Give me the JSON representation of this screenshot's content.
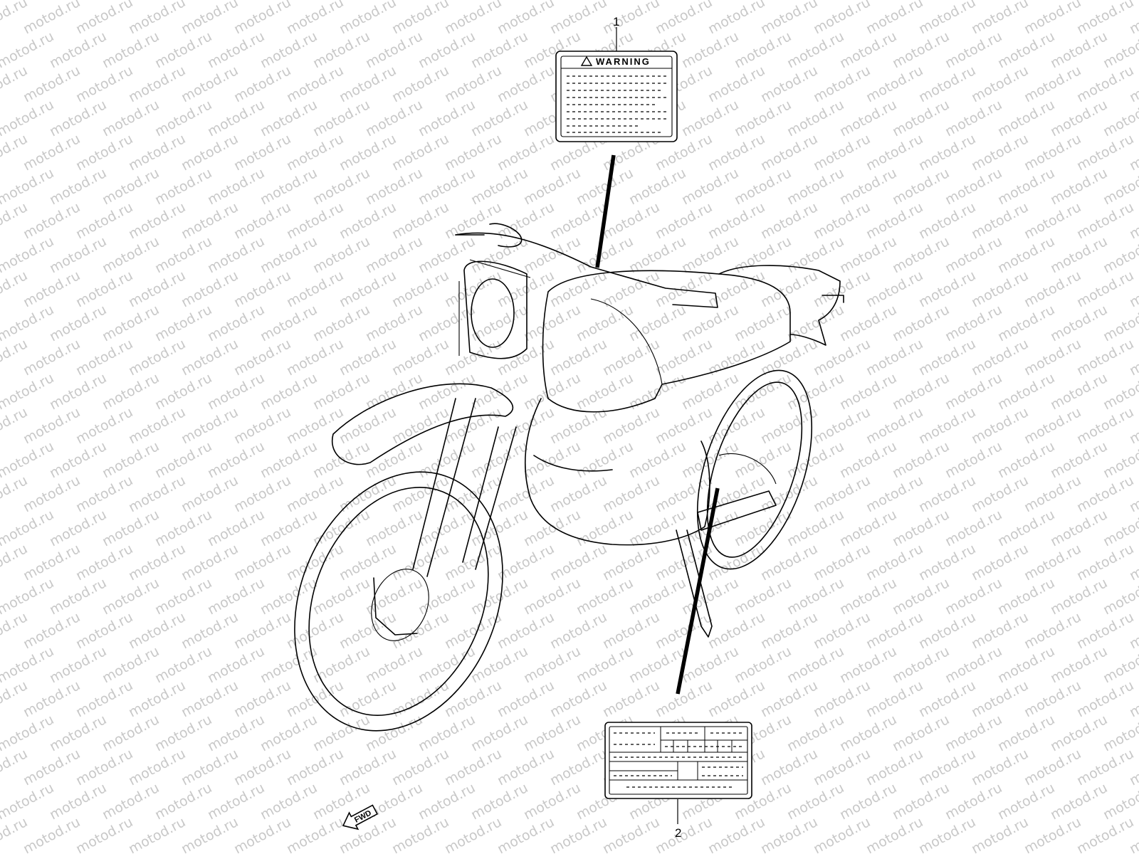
{
  "watermark": {
    "text": "motod.ru",
    "color": "#c8c8c8"
  },
  "callouts": [
    {
      "number": "1",
      "part": "warning-label"
    },
    {
      "number": "2",
      "part": "information-label"
    }
  ],
  "warning_label": {
    "title": "WARNING",
    "icon": "warning-triangle-icon"
  },
  "fwd_arrow": {
    "text": "FWD"
  }
}
